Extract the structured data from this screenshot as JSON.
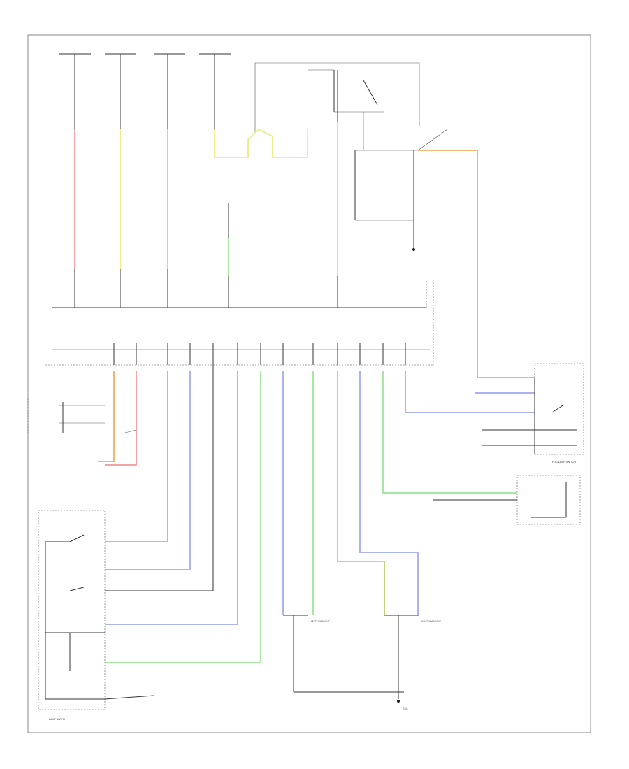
{
  "diagram": {
    "footer_code": "",
    "sections": {
      "lamp_switch": "LAMP SWITCH",
      "fog_lamp_switch": "FOG LAMP SWITCH",
      "left_headlight": "LEFT HEADLIGHT",
      "right_headlight": "RIGHT HEADLIGHT",
      "ground": "G101"
    },
    "colors": {
      "pink": "#f2a3a3",
      "yellow": "#eeee88",
      "green": "#a6e8a0",
      "blue": "#aab4ee",
      "cyan": "#a6eaee",
      "orange": "#f2b772",
      "olive": "#c8cf7e",
      "teal": "#8fd6c8",
      "line": "#333333"
    }
  }
}
